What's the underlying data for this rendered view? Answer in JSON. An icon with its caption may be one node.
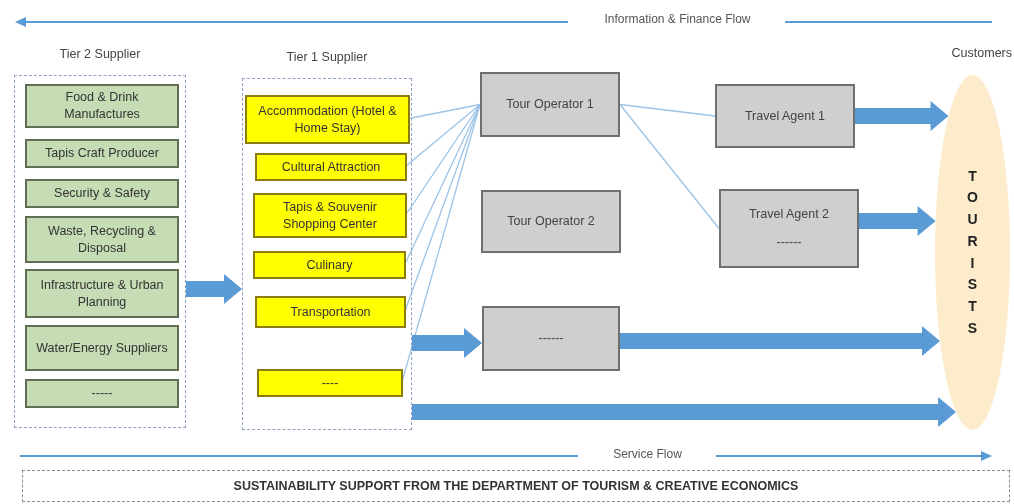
{
  "diagram": {
    "nodes": [
      {
        "text": [
          "Tier 2 Supplier"
        ]
      },
      {
        "text": [
          "Food & Drink Manufactures"
        ],
        "in": 0
      },
      {
        "text": [
          "Tapis Craft Producer"
        ],
        "in": 0
      },
      {
        "text": [
          "Security & Safety"
        ],
        "in": 0
      },
      {
        "text": [
          "Waste, Recycling & Disposal"
        ],
        "in": 0
      },
      {
        "text": [
          "Infrastructure & Urban Planning"
        ],
        "in": 0
      },
      {
        "text": [
          "Water/Energy Suppliers"
        ],
        "in": 0
      },
      {
        "text": [
          "-----"
        ],
        "in": 0
      },
      {
        "text": [
          "Tier 1 Supplier"
        ]
      },
      {
        "text": [
          "Accommodation (Hotel & Home Stay)"
        ],
        "in": 8
      },
      {
        "text": [
          "Cultural Attraction"
        ],
        "in": 8
      },
      {
        "text": [
          "Tapis & Souvenir Shopping Center"
        ],
        "in": 8
      },
      {
        "text": [
          "Culinary"
        ],
        "in": 8
      },
      {
        "text": [
          "Transportation"
        ],
        "in": 8
      },
      {
        "text": [
          "----"
        ],
        "in": 8
      },
      {
        "text": [
          "Tour Operator 1"
        ]
      },
      {
        "text": [
          "Tour Operator 2"
        ]
      },
      {
        "text": [
          "------"
        ]
      },
      {
        "text": [
          "Travel Agent 1"
        ]
      },
      {
        "text": [
          "Travel Agent 2",
          "------"
        ]
      },
      {
        "text": [
          "Customers",
          "TOURISTS"
        ]
      },
      {
        "text": [
          "SUSTAINABILITY SUPPORT FROM THE DEPARTMENT OF TOURISM & CREATIVE ECONOMICS"
        ]
      }
    ],
    "edges": [
      {
        "from": 9,
        "to": 15,
        "arrow": "none"
      },
      {
        "from": 10,
        "to": 15,
        "arrow": "none"
      },
      {
        "from": 11,
        "to": 15,
        "arrow": "none"
      },
      {
        "from": 12,
        "to": 15,
        "arrow": "none"
      },
      {
        "from": 13,
        "to": 15,
        "arrow": "none"
      },
      {
        "from": 14,
        "to": 15,
        "arrow": "none"
      },
      {
        "from": 15,
        "to": 18,
        "arrow": "none"
      },
      {
        "from": 15,
        "to": 19,
        "arrow": "none"
      },
      {
        "from": 0,
        "to": 8,
        "arrow": "to",
        "style": "thick",
        "color": "#5b9bd5"
      },
      {
        "from": 8,
        "to": 17,
        "arrow": "to",
        "style": "thick",
        "color": "#5b9bd5"
      },
      {
        "from": 8,
        "to": 20,
        "arrow": "to",
        "style": "thick",
        "color": "#5b9bd5"
      },
      {
        "from": 17,
        "to": 20,
        "arrow": "to",
        "style": "thick",
        "color": "#5b9bd5"
      },
      {
        "from": 18,
        "to": 20,
        "arrow": "to",
        "style": "thick",
        "color": "#5b9bd5"
      },
      {
        "from": 19,
        "to": 20,
        "arrow": "to",
        "style": "thick",
        "color": "#5b9bd5"
      }
    ],
    "labels": [
      "Information & Finance Flow",
      "Service Flow"
    ]
  }
}
